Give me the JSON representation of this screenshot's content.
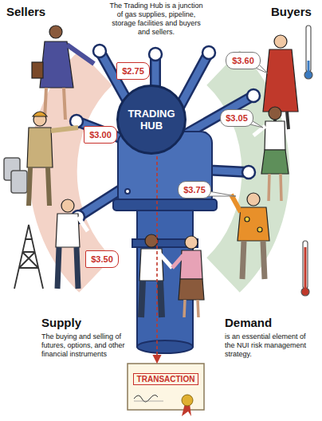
{
  "diagram": {
    "nodes": [
      {
        "text": [
          "$3.60"
        ]
      },
      {
        "text": [
          "$2.75"
        ]
      },
      {
        "text": [
          "$3.05"
        ]
      },
      {
        "text": [
          "$3.00"
        ]
      },
      {
        "text": [
          "TRADING HUB"
        ]
      },
      {
        "text": [
          "$3.75"
        ]
      },
      {
        "text": [
          "$3.50"
        ]
      },
      {
        "text": [
          "TRANSACTION"
        ]
      }
    ],
    "edges": [
      {
        "from": 4,
        "to": 7,
        "arrow": "to"
      }
    ],
    "labels": [
      "Sellers",
      "The Trading Hub is a junction of gas supplies, pipeline, storage facilities and buyers and sellers.",
      "Buyers",
      "Supply",
      "The buying and selling of futures, options, and other financial instruments",
      "Demand",
      "is an essential element of the NUI risk management strategy."
    ]
  }
}
